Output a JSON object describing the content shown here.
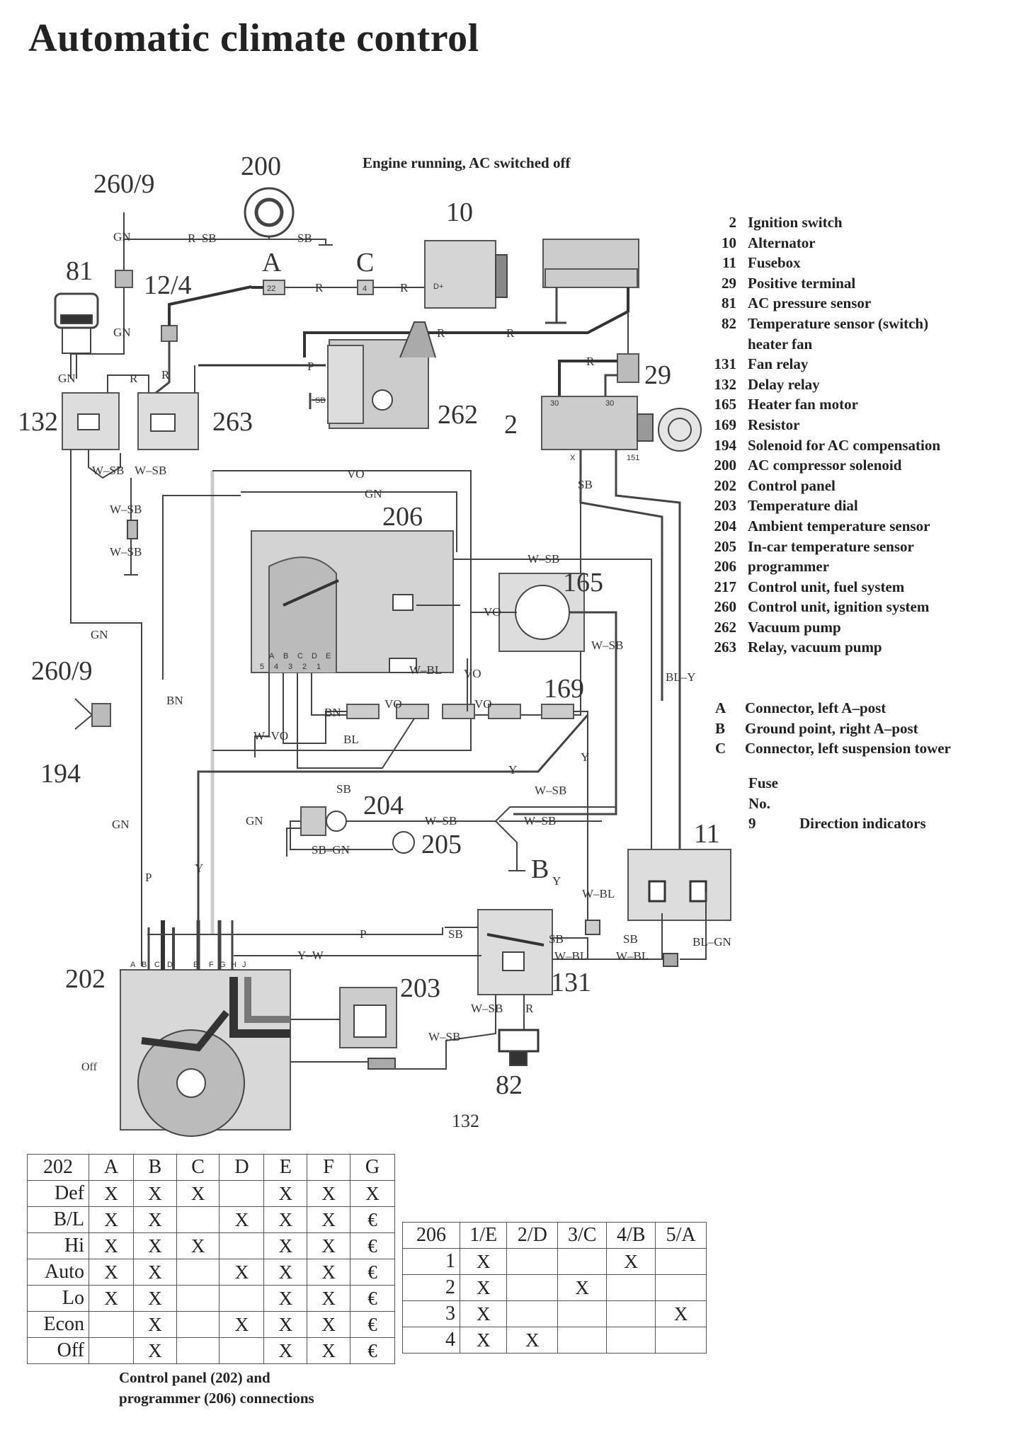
{
  "title": "Automatic climate control",
  "status_note": "Engine running, AC switched off",
  "legend": [
    {
      "num": "2",
      "text": "Ignition switch"
    },
    {
      "num": "10",
      "text": "Alternator"
    },
    {
      "num": "11",
      "text": "Fusebox"
    },
    {
      "num": "29",
      "text": "Positive terminal"
    },
    {
      "num": "81",
      "text": "AC pressure sensor"
    },
    {
      "num": "82",
      "text": "Temperature sensor (switch)"
    },
    {
      "num": "",
      "text": "heater fan"
    },
    {
      "num": "131",
      "text": "Fan relay"
    },
    {
      "num": "132",
      "text": "Delay relay"
    },
    {
      "num": "165",
      "text": "Heater fan motor"
    },
    {
      "num": "169",
      "text": "Resistor"
    },
    {
      "num": "194",
      "text": "Solenoid for AC compensation"
    },
    {
      "num": "200",
      "text": "AC compressor solenoid"
    },
    {
      "num": "202",
      "text": "Control panel"
    },
    {
      "num": "203",
      "text": "Temperature dial"
    },
    {
      "num": "204",
      "text": "Ambient temperature sensor"
    },
    {
      "num": "205",
      "text": "In-car temperature sensor"
    },
    {
      "num": "206",
      "text": "programmer"
    },
    {
      "num": "217",
      "text": "Control unit, fuel system"
    },
    {
      "num": "260",
      "text": "Control unit, ignition system"
    },
    {
      "num": "262",
      "text": "Vacuum pump"
    },
    {
      "num": "263",
      "text": "Relay, vacuum pump"
    }
  ],
  "connectors": [
    {
      "num": "A",
      "text": "Connector, left A–post"
    },
    {
      "num": "B",
      "text": "Ground point, right A–post"
    },
    {
      "num": "C",
      "text": "Connector, left suspension tower"
    }
  ],
  "fuse": {
    "heading1": "Fuse",
    "heading2": "No.",
    "num": "9",
    "text": "Direction indicators"
  },
  "component_labels": {
    "c200": "200",
    "c260_9_top": "260/9",
    "c81": "81",
    "c12_4": "12/4",
    "cA": "A",
    "cC": "C",
    "c10": "10",
    "c262": "262",
    "c29": "29",
    "c2": "2",
    "c132": "132",
    "c263": "263",
    "c206": "206",
    "c165": "165",
    "c169": "169",
    "c260_9_mid": "260/9",
    "c194": "194",
    "c204": "204",
    "c205": "205",
    "cB": "B",
    "c11": "11",
    "c202": "202",
    "c203": "203",
    "c131": "131",
    "c82": "82",
    "c132_bottom": "132"
  },
  "wire_labels": {
    "GN": "GN",
    "R_SB": "R–SB",
    "SB": "SB",
    "R": "R",
    "P": "P",
    "W_SB": "W–SB",
    "VO": "VO",
    "BN": "BN",
    "BL": "BL",
    "W_VO": "W–VO",
    "W_BL": "W–BL",
    "Y": "Y",
    "BL_Y": "BL–Y",
    "SB_GN": "SB–GN",
    "Y_W": "Y–W",
    "BL_GN": "BL–GN"
  },
  "small_labels": {
    "n22": "22",
    "n4": "4",
    "d_plus": "D+",
    "off": "Off",
    "sb_ground": "SB",
    "pin_x": "X",
    "pin_151": "151",
    "pin_30": "30",
    "pins_206": [
      "5",
      "4",
      "3",
      "2",
      "1"
    ],
    "letters_206": [
      "A",
      "B",
      "C",
      "D",
      "E"
    ],
    "letters_202": [
      "A",
      "B",
      "C",
      "D",
      "E",
      "F",
      "G",
      "H",
      "J"
    ]
  },
  "table_202": {
    "header": [
      "202",
      "A",
      "B",
      "C",
      "D",
      "E",
      "F",
      "G"
    ],
    "rows": [
      {
        "label": "Def",
        "cells": [
          "X",
          "X",
          "X",
          "",
          "X",
          "X",
          "X"
        ]
      },
      {
        "label": "B/L",
        "cells": [
          "X",
          "X",
          "",
          "X",
          "X",
          "X",
          "€"
        ]
      },
      {
        "label": "Hi",
        "cells": [
          "X",
          "X",
          "X",
          "",
          "X",
          "X",
          "€"
        ]
      },
      {
        "label": "Auto",
        "cells": [
          "X",
          "X",
          "",
          "X",
          "X",
          "X",
          "€"
        ]
      },
      {
        "label": "Lo",
        "cells": [
          "X",
          "X",
          "",
          "",
          "X",
          "X",
          "€"
        ]
      },
      {
        "label": "Econ",
        "cells": [
          "",
          "X",
          "",
          "X",
          "X",
          "X",
          "€"
        ]
      },
      {
        "label": "Off",
        "cells": [
          "",
          "X",
          "",
          "",
          "X",
          "X",
          "€"
        ]
      }
    ]
  },
  "table_206": {
    "header": [
      "206",
      "1/E",
      "2/D",
      "3/C",
      "4/B",
      "5/A"
    ],
    "rows": [
      {
        "label": "1",
        "cells": [
          "X",
          "",
          "",
          "X",
          ""
        ]
      },
      {
        "label": "2",
        "cells": [
          "X",
          "",
          "X",
          "",
          ""
        ]
      },
      {
        "label": "3",
        "cells": [
          "X",
          "",
          "",
          "",
          "X"
        ]
      },
      {
        "label": "4",
        "cells": [
          "X",
          "X",
          "",
          "",
          ""
        ]
      }
    ]
  },
  "caption_line1": "Control panel (202) and",
  "caption_line2": "programmer (206) connections"
}
